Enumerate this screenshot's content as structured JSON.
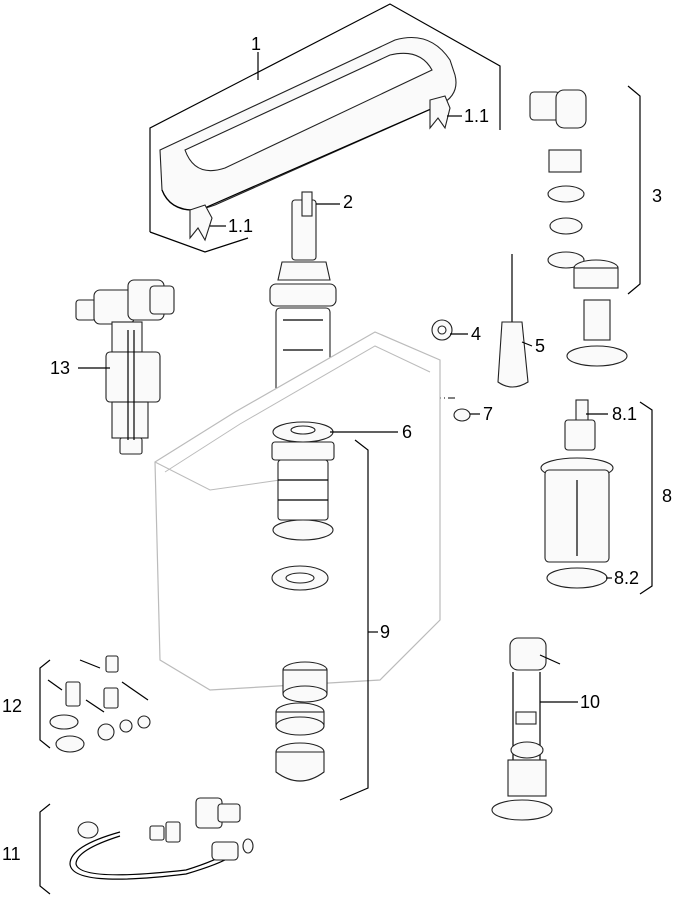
{
  "labels": {
    "p1": "1",
    "p1_1a": "1.1",
    "p1_1b": "1.1",
    "p2": "2",
    "p3": "3",
    "p4": "4",
    "p5": "5",
    "p6": "6",
    "p7": "7",
    "p8": "8",
    "p8_1": "8.1",
    "p8_2": "8.2",
    "p9": "9",
    "p10": "10",
    "p11": "11",
    "p12": "12",
    "p13": "13"
  },
  "colors": {
    "line": "#000000",
    "part_fill": "#fafafa",
    "tank_outline": "#cccccc"
  }
}
